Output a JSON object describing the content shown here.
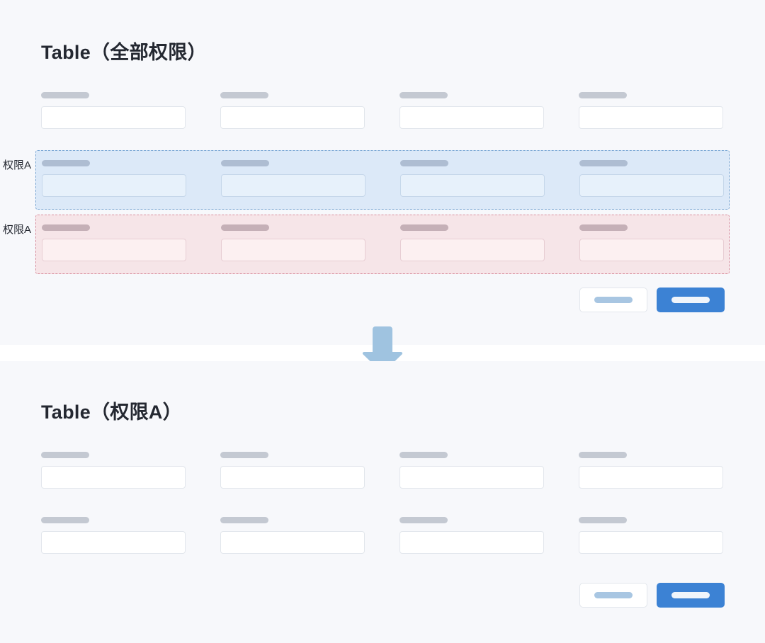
{
  "background_color": "#f7f8fb",
  "accent_color": "#3c82d4",
  "panels": [
    {
      "id": "all-permissions",
      "title": "Table（全部权限）",
      "rows": [
        {
          "kind": "plain",
          "fields": [
            {
              "label_placeholder": "",
              "value": "",
              "placeholder": ""
            },
            {
              "label_placeholder": "",
              "value": "",
              "placeholder": ""
            },
            {
              "label_placeholder": "",
              "value": "",
              "placeholder": ""
            },
            {
              "label_placeholder": "",
              "value": "",
              "placeholder": ""
            }
          ]
        },
        {
          "kind": "highlight-blue",
          "side_label": "权限A",
          "highlight_fill": "#dce9f8",
          "highlight_border": "#7aa7d4",
          "fields": [
            {
              "label_placeholder": "",
              "value": "",
              "placeholder": ""
            },
            {
              "label_placeholder": "",
              "value": "",
              "placeholder": ""
            },
            {
              "label_placeholder": "",
              "value": "",
              "placeholder": ""
            },
            {
              "label_placeholder": "",
              "value": "",
              "placeholder": ""
            }
          ]
        },
        {
          "kind": "highlight-pink",
          "side_label": "权限A",
          "highlight_fill": "#f6e5e8",
          "highlight_border": "#d98f9e",
          "fields": [
            {
              "label_placeholder": "",
              "value": "",
              "placeholder": ""
            },
            {
              "label_placeholder": "",
              "value": "",
              "placeholder": ""
            },
            {
              "label_placeholder": "",
              "value": "",
              "placeholder": ""
            },
            {
              "label_placeholder": "",
              "value": "",
              "placeholder": ""
            }
          ]
        }
      ],
      "actions": {
        "secondary_label": "",
        "primary_label": ""
      }
    },
    {
      "id": "permission-a",
      "title": "Table（权限A）",
      "rows": [
        {
          "kind": "plain",
          "fields": [
            {
              "label_placeholder": "",
              "value": "",
              "placeholder": ""
            },
            {
              "label_placeholder": "",
              "value": "",
              "placeholder": ""
            },
            {
              "label_placeholder": "",
              "value": "",
              "placeholder": ""
            },
            {
              "label_placeholder": "",
              "value": "",
              "placeholder": ""
            }
          ]
        },
        {
          "kind": "plain",
          "fields": [
            {
              "label_placeholder": "",
              "value": "",
              "placeholder": ""
            },
            {
              "label_placeholder": "",
              "value": "",
              "placeholder": ""
            },
            {
              "label_placeholder": "",
              "value": "",
              "placeholder": ""
            },
            {
              "label_placeholder": "",
              "value": "",
              "placeholder": ""
            }
          ]
        }
      ],
      "actions": {
        "secondary_label": "",
        "primary_label": ""
      }
    }
  ],
  "flow": {
    "arrow_icon": "arrow-down-icon",
    "arrow_color": "#9fc3e0"
  }
}
